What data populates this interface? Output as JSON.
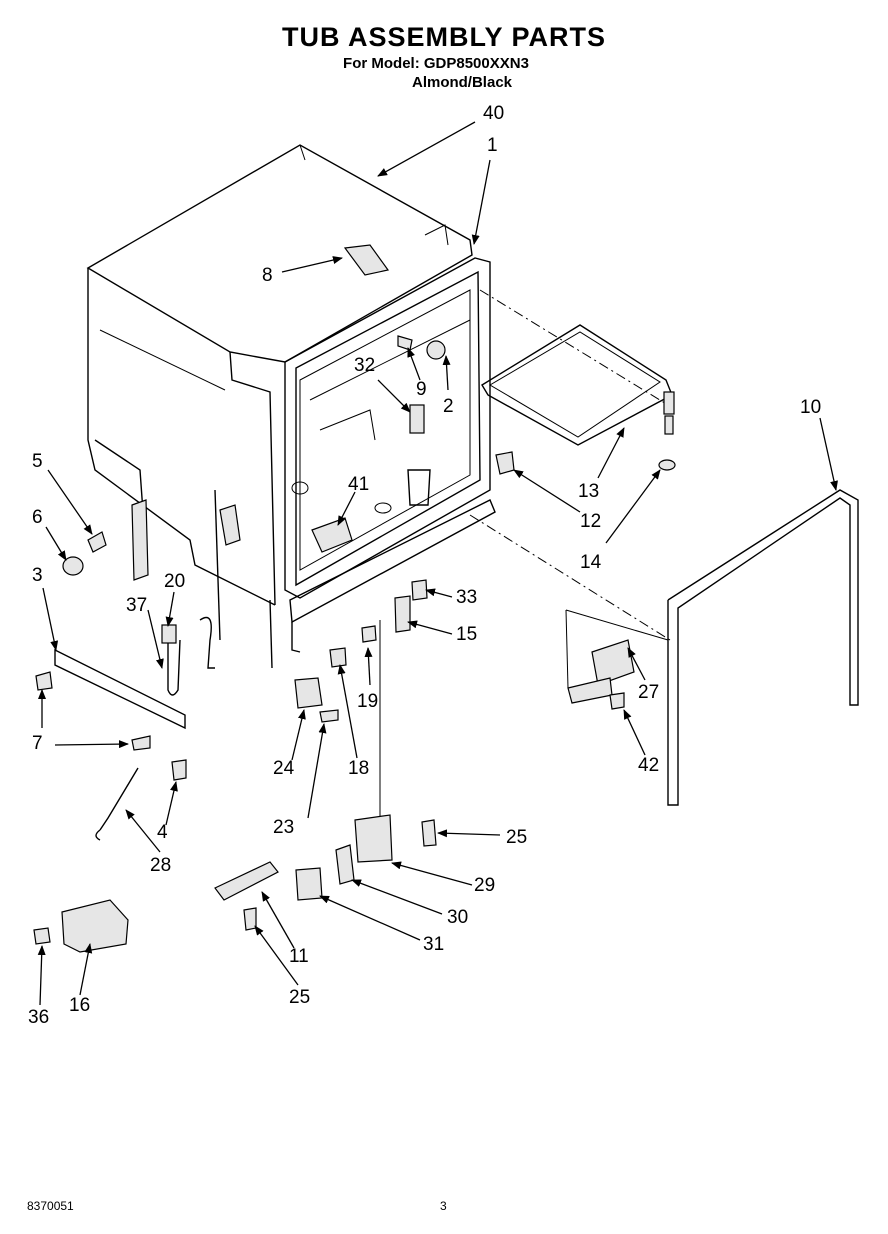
{
  "header": {
    "title": "TUB ASSEMBLY PARTS",
    "model_line": "For Model: GDP8500XXN3",
    "color_line": "Almond/Black"
  },
  "callouts": [
    "40",
    "1",
    "8",
    "32",
    "9",
    "2",
    "10",
    "13",
    "12",
    "14",
    "5",
    "6",
    "3",
    "20",
    "37",
    "41",
    "33",
    "15",
    "7",
    "19",
    "27",
    "24",
    "18",
    "42",
    "23",
    "4",
    "25",
    "28",
    "29",
    "30",
    "11",
    "31",
    "36",
    "16",
    "25"
  ],
  "footer": {
    "doc_number": "8370051",
    "page_number": "3"
  }
}
